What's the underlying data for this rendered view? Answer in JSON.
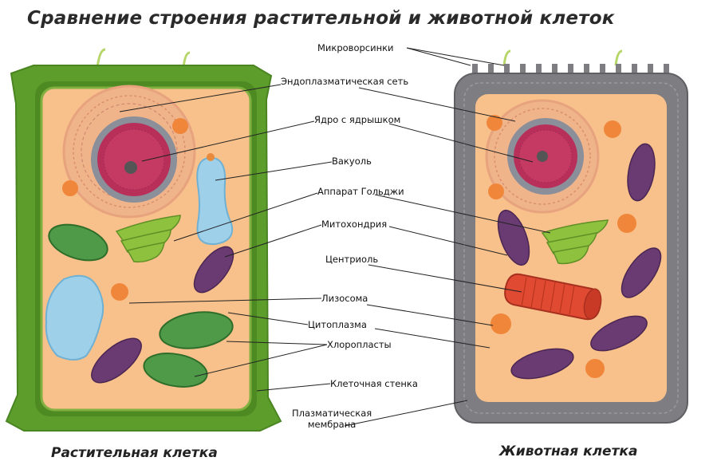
{
  "title": "Сравнение строения растительной и животной клеток",
  "captions": {
    "plant": "Растительная клетка",
    "animal": "Животная клетка"
  },
  "labels": {
    "microvilli": "Микроворсинки",
    "er": "Эндоплазматическая сеть",
    "nucleus": "Ядро с ядрышком",
    "vacuole": "Вакуоль",
    "golgi": "Аппарат Гольджи",
    "mitochondria": "Митохондрия",
    "centriole": "Центриоль",
    "lysosome": "Лизосома",
    "cytoplasm": "Цитоплазма",
    "chloroplasts": "Хлоропласты",
    "cell_wall": "Клеточная стенка",
    "membrane_line1": "Плазматическая",
    "membrane_line2": "мембрана"
  },
  "colors": {
    "cell_wall": "#5a9a2a",
    "cytoplasm": "#f8c08a",
    "membrane": "#7d7d82",
    "nucleus": "#b8305a",
    "er": "#e3a07a",
    "vacuole": "#9ed0ea",
    "chloroplast": "#4f9a48",
    "mitochondria": "#6a3a72",
    "lysosome": "#f0863a",
    "centriole": "#e04a32",
    "golgi": "#8ec23e"
  }
}
